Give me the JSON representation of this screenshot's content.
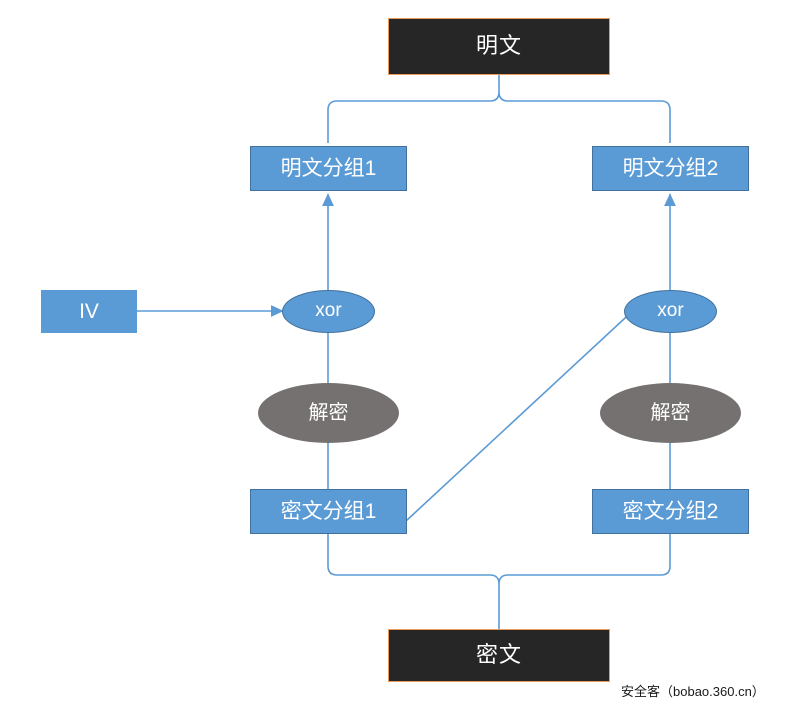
{
  "diagram": {
    "title_top": "明文",
    "title_bottom": "密文",
    "watermark": "安全客（bobao.360.cn）",
    "colors": {
      "blue_fill": "#5B9BD5",
      "blue_border": "#41719C",
      "dark_fill": "#262626",
      "dark_border": "#ED9B58",
      "gray_fill": "#767171",
      "line": "#5B9BD5",
      "background": "#FFFFFF"
    },
    "nodes": {
      "plaintext": "明文",
      "plaintext_block_1": "明文分组1",
      "plaintext_block_2": "明文分组2",
      "iv": "IV",
      "xor_1": "xor",
      "xor_2": "xor",
      "decrypt_1": "解密",
      "decrypt_2": "解密",
      "ciphertext_block_1": "密文分组1",
      "ciphertext_block_2": "密文分组2",
      "ciphertext": "密文"
    }
  }
}
